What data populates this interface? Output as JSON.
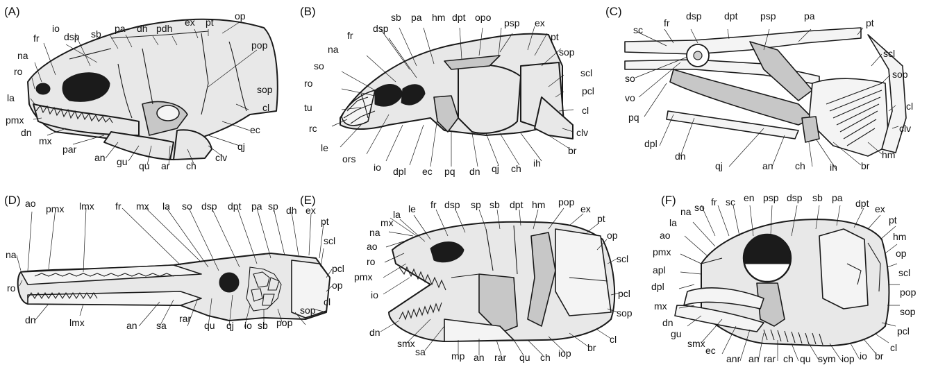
{
  "panels": [
    {
      "letter": "(A)",
      "labels": [
        "dsp",
        "sb",
        "pa",
        "dh",
        "pdh",
        "ex",
        "pt",
        "op",
        "pop",
        "io",
        "fr",
        "na",
        "ro",
        "la",
        "pmx",
        "dn",
        "mx",
        "par",
        "an",
        "gu",
        "qu",
        "ar",
        "ch",
        "clv",
        "qj",
        "ec",
        "cl",
        "sop"
      ]
    },
    {
      "letter": "(B)",
      "labels": [
        "dsp",
        "sb",
        "pa",
        "hm",
        "dpt",
        "opo",
        "psp",
        "ex",
        "pt",
        "sop",
        "fr",
        "na",
        "so",
        "ro",
        "tu",
        "rc",
        "le",
        "ors",
        "io",
        "dpl",
        "ec",
        "pq",
        "dn",
        "qj",
        "ch",
        "ih",
        "br",
        "clv",
        "cl",
        "pcl",
        "scl"
      ]
    },
    {
      "letter": "(C)",
      "labels": [
        "fr",
        "dsp",
        "dpt",
        "psp",
        "pa",
        "pt",
        "sc",
        "scl",
        "sop",
        "so",
        "vo",
        "pq",
        "dpl",
        "dn",
        "qj",
        "an",
        "ch",
        "ih",
        "br",
        "hm",
        "clv",
        "cl"
      ]
    },
    {
      "letter": "(D)",
      "labels": [
        "ao",
        "pmx",
        "lmx",
        "fr",
        "mx",
        "la",
        "so",
        "dsp",
        "dpt",
        "pa",
        "sp",
        "dh",
        "ex",
        "pt",
        "scl",
        "pcl",
        "op",
        "cl",
        "sop",
        "pop",
        "sb",
        "io",
        "qj",
        "qu",
        "rar",
        "sa",
        "an",
        "lmx",
        "dn",
        "ro",
        "na"
      ]
    },
    {
      "letter": "(E)",
      "labels": [
        "la",
        "le",
        "fr",
        "dsp",
        "sp",
        "sb",
        "dpt",
        "hm",
        "pop",
        "ex",
        "pt",
        "op",
        "scl",
        "pcl",
        "sop",
        "cl",
        "br",
        "iop",
        "ch",
        "qu",
        "rar",
        "an",
        "mp",
        "sa",
        "smx",
        "dn",
        "io",
        "pmx",
        "ro",
        "ao",
        "na",
        "mx"
      ]
    },
    {
      "letter": "(F)",
      "labels": [
        "so",
        "fr",
        "sc",
        "en",
        "psp",
        "dsp",
        "sb",
        "pa",
        "dpt",
        "ex",
        "pt",
        "hm",
        "op",
        "scl",
        "pop",
        "sop",
        "pcl",
        "cl",
        "br",
        "io",
        "iop",
        "sym",
        "qu",
        "ch",
        "rar",
        "an",
        "anr",
        "ec",
        "smx",
        "gu",
        "dn",
        "mx",
        "dpl",
        "apl",
        "pmx",
        "ao",
        "la",
        "na"
      ]
    }
  ]
}
